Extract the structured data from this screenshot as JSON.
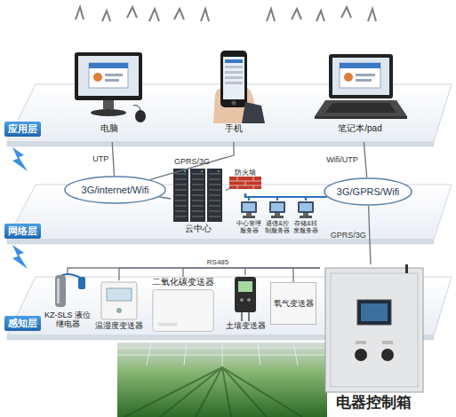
{
  "diagram": {
    "nodes": [
      {
        "text": [
          "应用层"
        ]
      },
      {
        "text": [
          "电脑"
        ],
        "in": 0
      },
      {
        "text": [
          "手机"
        ],
        "in": 0
      },
      {
        "text": [
          "笔记本/pad"
        ],
        "in": 0
      },
      {
        "text": [
          "网络层"
        ]
      },
      {
        "text": [
          "3G/internet/Wifi"
        ],
        "in": 4
      },
      {
        "text": [
          "云中心"
        ],
        "in": 4
      },
      {
        "text": [
          "防火墙"
        ],
        "in": 4
      },
      {
        "text": [
          "中心管理服务器"
        ],
        "in": 4
      },
      {
        "text": [
          "通信&控制服务器"
        ],
        "in": 4
      },
      {
        "text": [
          "存储&转发服务器"
        ],
        "in": 4
      },
      {
        "text": [
          "3G/GPRS/Wifi"
        ],
        "in": 4
      },
      {
        "text": [
          "感知层"
        ]
      },
      {
        "text": [
          "KZ-SLS 液位继电器"
        ],
        "in": 12
      },
      {
        "text": [
          "温湿度变送器"
        ],
        "in": 12
      },
      {
        "text": [
          "二氧化碳变送器"
        ],
        "in": 12
      },
      {
        "text": [
          "土壤变送器"
        ],
        "in": 12
      },
      {
        "text": [
          "氧气变送器"
        ],
        "in": 12
      },
      {
        "text": [
          "电器控制箱"
        ]
      }
    ],
    "edges": [
      {
        "from": 1,
        "to": 5,
        "label": "UTP",
        "arrow": "none"
      },
      {
        "from": 2,
        "to": 5,
        "label": "GPRS/3G",
        "arrow": "none"
      },
      {
        "from": 3,
        "to": 11,
        "label": "Wifi/UTP",
        "arrow": "none"
      },
      {
        "from": 5,
        "to": 6,
        "arrow": "none"
      },
      {
        "from": 6,
        "to": 7,
        "arrow": "none"
      },
      {
        "from": 7,
        "to": 8,
        "arrow": "none"
      },
      {
        "from": 7,
        "to": 9,
        "arrow": "none"
      },
      {
        "from": 7,
        "to": 10,
        "arrow": "none"
      },
      {
        "from": 7,
        "to": 11,
        "arrow": "none"
      },
      {
        "from": 18,
        "to": 11,
        "label": "GPRS/3G",
        "arrow": "none"
      },
      {
        "from": 13,
        "to": 18,
        "arrow": "none"
      },
      {
        "from": 14,
        "to": 18,
        "arrow": "none"
      },
      {
        "from": 15,
        "to": 18,
        "arrow": "none"
      },
      {
        "from": 16,
        "to": 18,
        "arrow": "none"
      },
      {
        "from": 17,
        "to": 18,
        "arrow": "none"
      }
    ],
    "labels": [
      "RS485"
    ]
  }
}
